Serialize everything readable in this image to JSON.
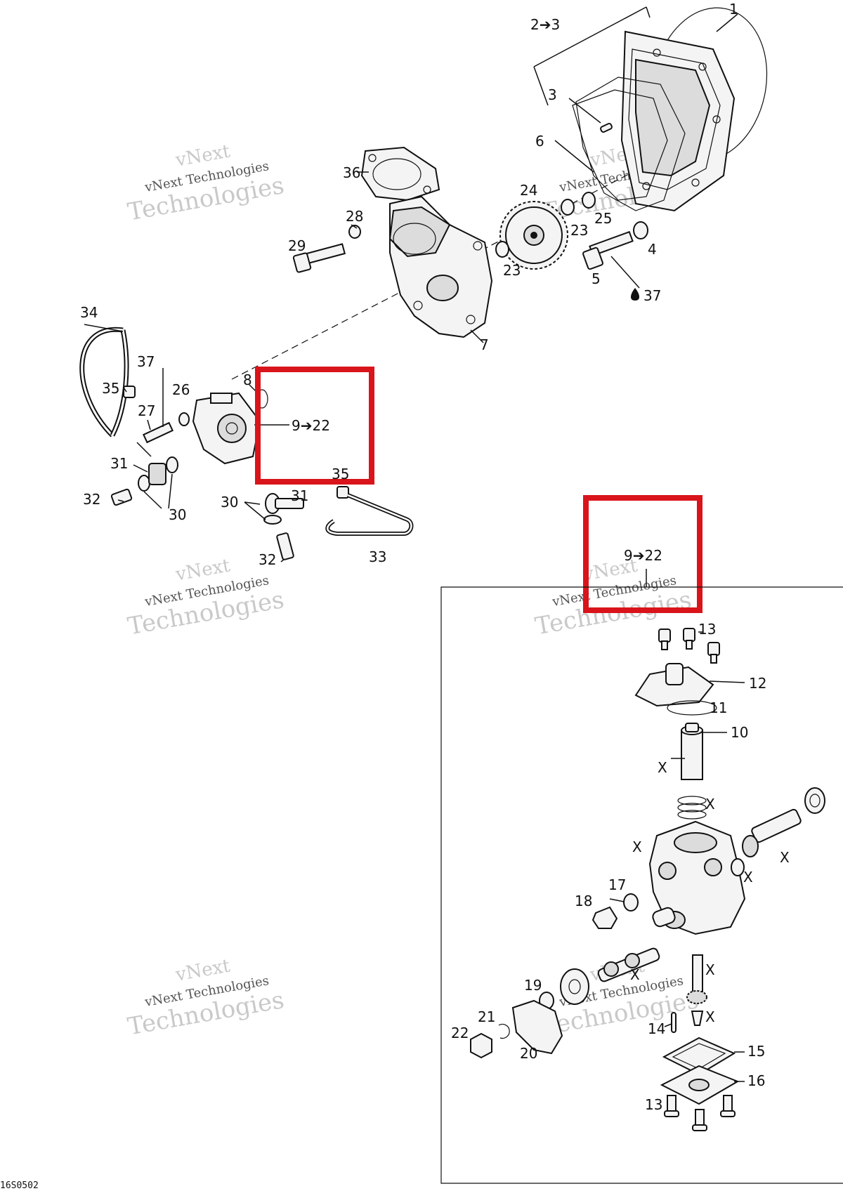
{
  "labels": {
    "l1": "1",
    "l2_3": "2➔3",
    "l3": "3",
    "l6": "6",
    "l36": "36",
    "l24": "24",
    "l23a": "23",
    "l25": "25",
    "l28": "28",
    "l29": "29",
    "l23b": "23",
    "l4": "4",
    "l5": "5",
    "l37a": "37",
    "l7": "7",
    "l34": "34",
    "l37b": "37",
    "l35a": "35",
    "l26": "26",
    "l8": "8",
    "l27": "27",
    "l9_22a": "9➔22",
    "l31a": "31",
    "l32a": "32",
    "l30a": "30",
    "l35b": "35",
    "l30b": "30",
    "l31b": "31",
    "l33": "33",
    "l32b": "32",
    "l9_22b": "9➔22",
    "l13a": "13",
    "l12": "12",
    "l11": "11",
    "l10": "10",
    "lXa": "X",
    "lXb": "X",
    "lXc": "X",
    "lXd": "X",
    "lXe": "X",
    "l17": "17",
    "l18": "18",
    "lXf": "X",
    "lXg": "X",
    "l19": "19",
    "lXh": "X",
    "l21": "21",
    "l22": "22",
    "l14": "14",
    "l15": "15",
    "l20": "20",
    "l16": "16",
    "l13b": "13"
  },
  "watermark": {
    "line1": "vNext",
    "line2": "vNext Technologies",
    "line3": "Technologies"
  },
  "figure_code": "16S0502",
  "colors": {
    "highlight": "#d9141b",
    "ink": "#111111",
    "watermark": "#c9c9c9"
  }
}
